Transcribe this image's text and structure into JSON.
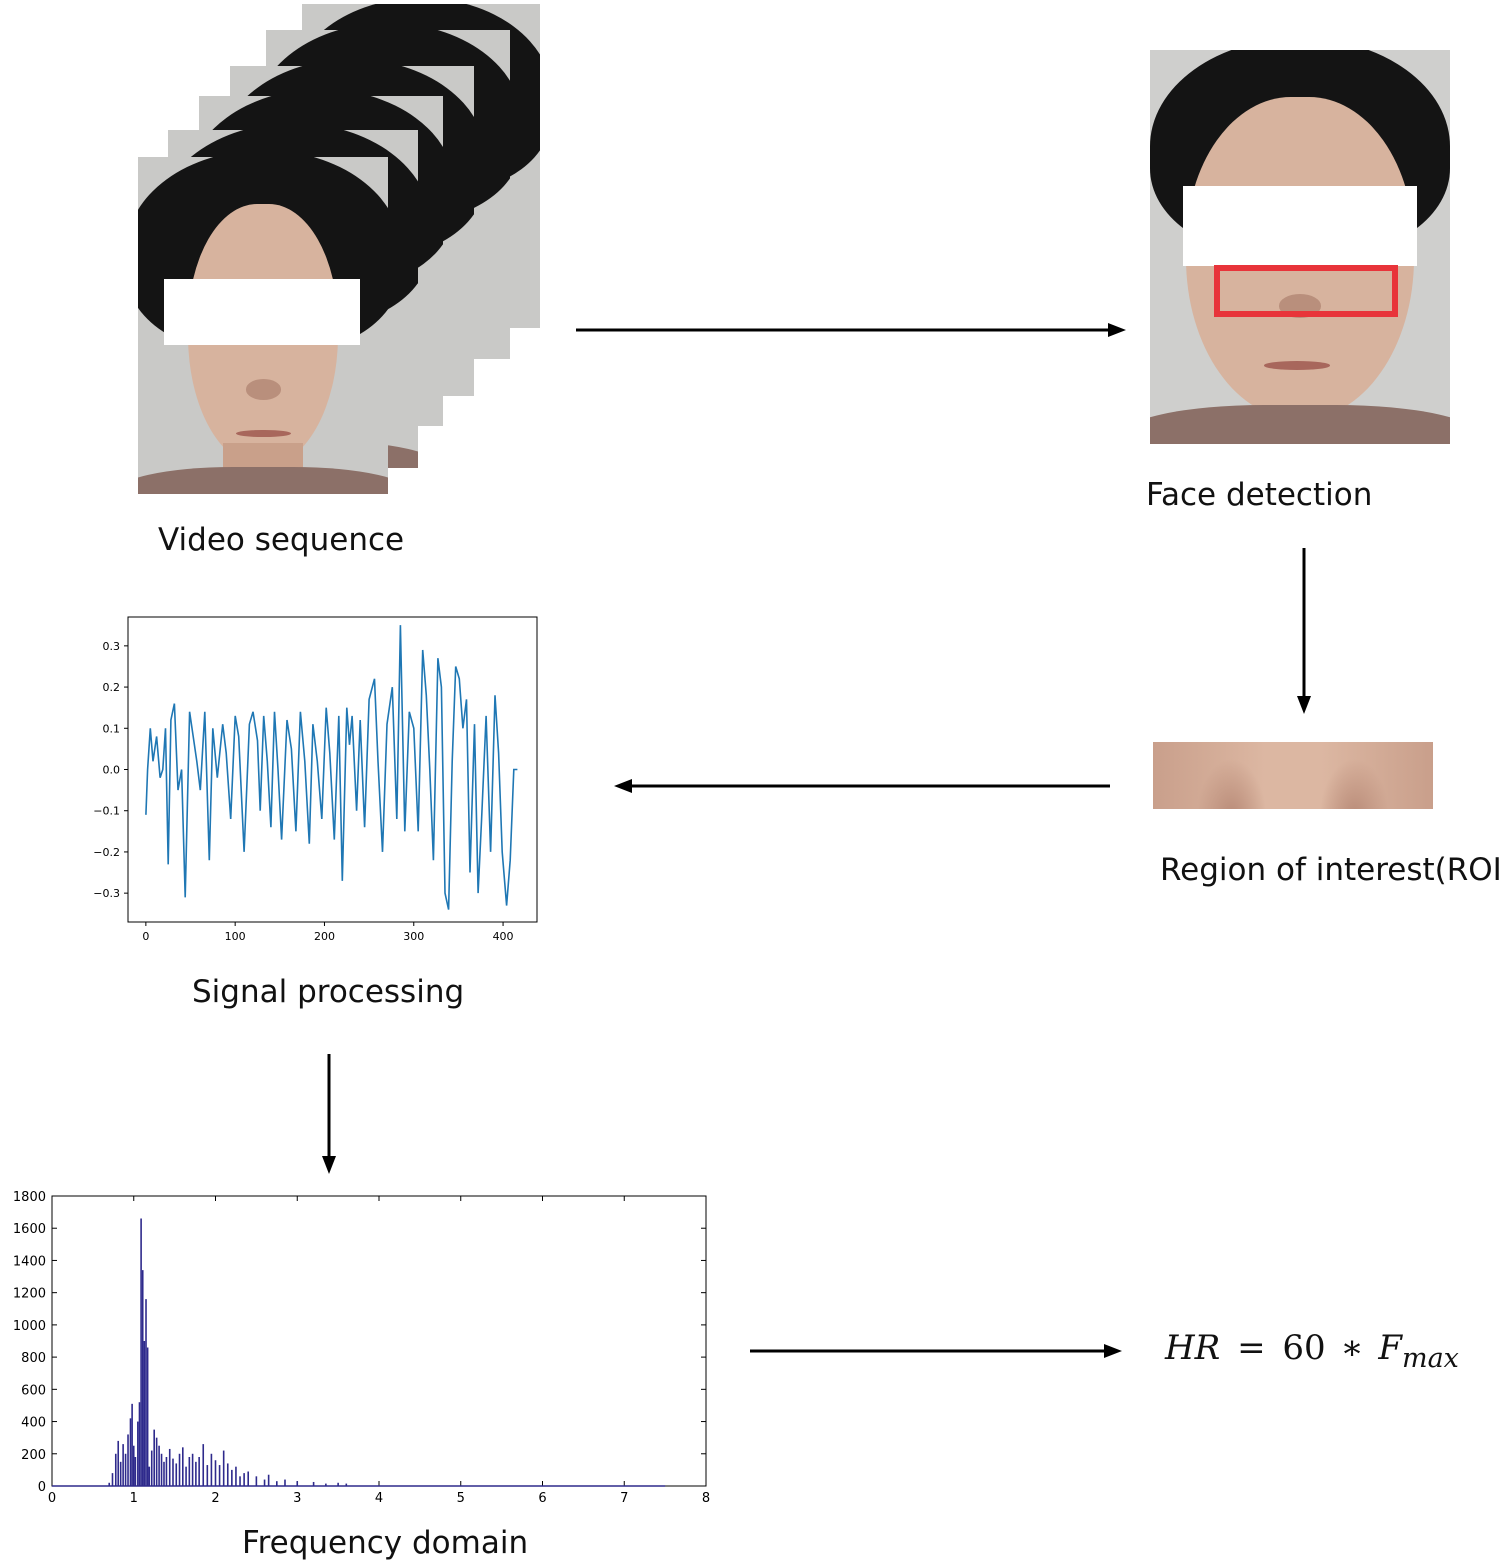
{
  "labels": {
    "video_sequence": "Video sequence",
    "face_detection": "Face detection",
    "roi": "Region of interest(ROI)",
    "signal_processing": "Signal processing",
    "frequency_domain": "Frequency domain"
  },
  "formula": {
    "lhs": "HR",
    "eq": "=",
    "const": "60",
    "op": "∗",
    "F": "F",
    "sub": "max"
  },
  "colors": {
    "signal_line": "#1f77b4",
    "spectrum_line": "#2e2a8c",
    "roi_box": "#e8343a",
    "arrow": "#000000"
  },
  "chart_data": [
    {
      "type": "line",
      "title": "",
      "xlabel": "",
      "ylabel": "",
      "xlim": [
        -20,
        438
      ],
      "ylim": [
        -0.37,
        0.37
      ],
      "xticks": [
        0,
        100,
        200,
        300,
        400
      ],
      "yticks": [
        0.3,
        0.2,
        0.1,
        0.0,
        -0.1,
        -0.2,
        -0.3
      ],
      "ytick_labels": [
        "0.3",
        "0.2",
        "0.1",
        "0.0",
        "−0.1",
        "−0.2",
        "−0.3"
      ],
      "series": [
        {
          "x": [
            0,
            2,
            5,
            8,
            12,
            16,
            19,
            22,
            25,
            28,
            32,
            36,
            40,
            44,
            49,
            53,
            57,
            61,
            66,
            71,
            75,
            80,
            86,
            90,
            95,
            100,
            104,
            110,
            116,
            120,
            125,
            128,
            132,
            136,
            140,
            144,
            148,
            152,
            158,
            163,
            168,
            173,
            178,
            183,
            187,
            192,
            197,
            202,
            206,
            211,
            216,
            220,
            225,
            228,
            231,
            236,
            240,
            245,
            250,
            256,
            260,
            265,
            270,
            276,
            281,
            285,
            290,
            295,
            300,
            305,
            310,
            314,
            318,
            322,
            327,
            331,
            335,
            339,
            343,
            347,
            351,
            355,
            359,
            363,
            368,
            372,
            376,
            381,
            386,
            391,
            395,
            399,
            404,
            408,
            412,
            416
          ],
          "y": [
            -0.11,
            0.0,
            0.1,
            0.02,
            0.08,
            -0.02,
            0.0,
            0.1,
            -0.23,
            0.12,
            0.16,
            -0.05,
            0.0,
            -0.31,
            0.14,
            0.08,
            0.02,
            -0.05,
            0.14,
            -0.22,
            0.1,
            -0.02,
            0.11,
            0.04,
            -0.12,
            0.13,
            0.08,
            -0.2,
            0.11,
            0.14,
            0.07,
            -0.1,
            0.13,
            0.02,
            -0.14,
            0.14,
            0.0,
            -0.17,
            0.12,
            0.05,
            -0.15,
            0.14,
            0.02,
            -0.18,
            0.11,
            0.02,
            -0.12,
            0.15,
            0.04,
            -0.17,
            0.13,
            -0.27,
            0.15,
            0.06,
            0.13,
            -0.1,
            0.12,
            -0.14,
            0.17,
            0.22,
            0.02,
            -0.2,
            0.11,
            0.2,
            -0.12,
            0.35,
            -0.15,
            0.14,
            0.1,
            -0.15,
            0.29,
            0.18,
            0.0,
            -0.22,
            0.27,
            0.2,
            -0.3,
            -0.34,
            0.02,
            0.25,
            0.22,
            0.1,
            0.17,
            -0.25,
            0.11,
            -0.3,
            -0.12,
            0.13,
            -0.2,
            0.18,
            0.04,
            -0.2,
            -0.33,
            -0.22,
            0.0,
            0.0
          ]
        }
      ]
    },
    {
      "type": "bar",
      "title": "",
      "xlabel": "",
      "ylabel": "",
      "xlim": [
        0,
        8
      ],
      "ylim": [
        0,
        1800
      ],
      "xticks": [
        0,
        1,
        2,
        3,
        4,
        5,
        6,
        7,
        8
      ],
      "yticks": [
        0,
        200,
        400,
        600,
        800,
        1000,
        1200,
        1400,
        1600,
        1800
      ],
      "series": [
        {
          "x": [
            0.7,
            0.74,
            0.78,
            0.81,
            0.84,
            0.87,
            0.9,
            0.93,
            0.96,
            0.98,
            1.0,
            1.02,
            1.05,
            1.07,
            1.09,
            1.11,
            1.13,
            1.15,
            1.17,
            1.19,
            1.22,
            1.25,
            1.28,
            1.31,
            1.34,
            1.37,
            1.4,
            1.44,
            1.48,
            1.52,
            1.56,
            1.6,
            1.64,
            1.68,
            1.72,
            1.76,
            1.8,
            1.85,
            1.9,
            1.95,
            2.0,
            2.05,
            2.1,
            2.15,
            2.2,
            2.25,
            2.3,
            2.35,
            2.4,
            2.5,
            2.6,
            2.65,
            2.75,
            2.85,
            3.0,
            3.2,
            3.35,
            3.5,
            3.6
          ],
          "y": [
            20,
            80,
            200,
            280,
            150,
            260,
            200,
            320,
            420,
            510,
            250,
            180,
            400,
            520,
            1660,
            1340,
            900,
            1160,
            860,
            120,
            220,
            350,
            300,
            250,
            200,
            150,
            180,
            230,
            170,
            140,
            200,
            240,
            120,
            180,
            200,
            150,
            180,
            260,
            130,
            200,
            160,
            130,
            220,
            140,
            100,
            120,
            60,
            80,
            90,
            60,
            40,
            70,
            30,
            40,
            30,
            25,
            15,
            20,
            15
          ]
        }
      ]
    }
  ]
}
